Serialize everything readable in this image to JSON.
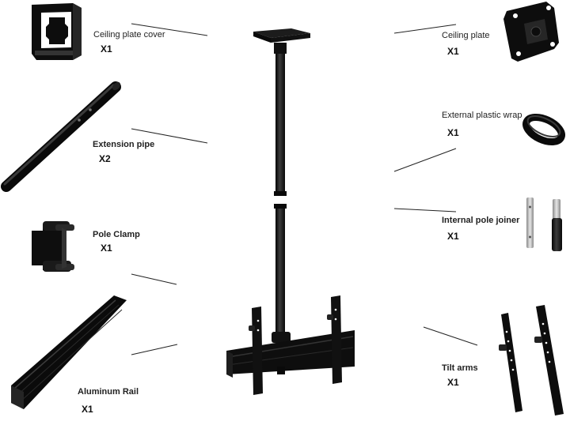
{
  "parts": [
    {
      "id": "ceiling-plate-cover",
      "name": "Ceiling plate cover",
      "qty": "X1"
    },
    {
      "id": "extension-pipe",
      "name": "Extension pipe",
      "qty": "X2"
    },
    {
      "id": "pole-clamp",
      "name": "Pole Clamp",
      "qty": "X1"
    },
    {
      "id": "aluminum-rail",
      "name": "Aluminum Rail",
      "qty": "X1"
    },
    {
      "id": "ceiling-plate",
      "name": "Ceiling plate",
      "qty": "X1"
    },
    {
      "id": "external-plastic-wrap",
      "name": "External plastic wrap",
      "qty": "X1"
    },
    {
      "id": "internal-pole-joiner",
      "name": "Internal pole joiner",
      "qty": "X1"
    },
    {
      "id": "tilt-arms",
      "name": "Tilt arms",
      "qty": "X1"
    }
  ],
  "colors": {
    "part": "#111111",
    "part_highlight": "#3a3a3a",
    "line": "#222222",
    "metal": "#b8b8b8"
  }
}
